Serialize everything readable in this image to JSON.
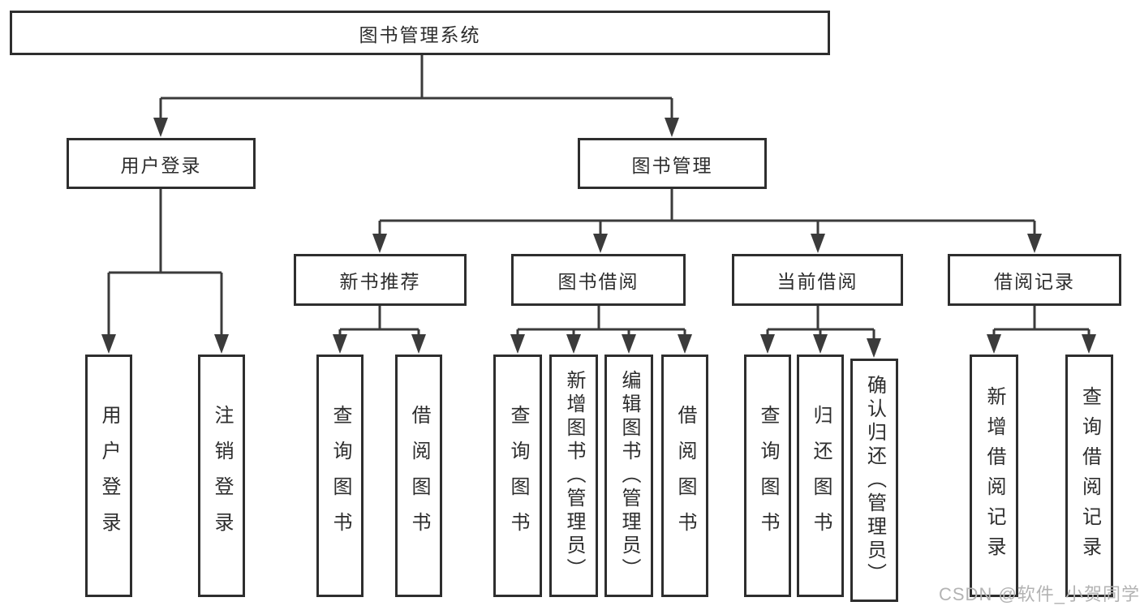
{
  "nodes": {
    "root": {
      "label": "图书管理系统"
    },
    "user_login": {
      "label": "用户登录"
    },
    "book_mgmt": {
      "label": "图书管理"
    },
    "new_book_rec": {
      "label": "新书推荐"
    },
    "book_borrow": {
      "label": "图书借阅"
    },
    "current_borrow": {
      "label": "当前借阅"
    },
    "borrow_records": {
      "label": "借阅记录"
    },
    "leaf_user_login": {
      "label": "用户登录"
    },
    "leaf_logout": {
      "label": "注销登录"
    },
    "leaf_nb_query": {
      "label": "查询图书"
    },
    "leaf_nb_borrow": {
      "label": "借阅图书"
    },
    "leaf_bb_query": {
      "label": "查询图书"
    },
    "leaf_bb_add": {
      "label": "新增图书（管理员）"
    },
    "leaf_bb_edit": {
      "label": "编辑图书（管理员）"
    },
    "leaf_bb_borrow": {
      "label": "借阅图书"
    },
    "leaf_cb_query": {
      "label": "查询图书"
    },
    "leaf_cb_return": {
      "label": "归还图书"
    },
    "leaf_cb_confirm": {
      "label": "确认归还（管理员）"
    },
    "leaf_br_add": {
      "label": "新增借阅记录"
    },
    "leaf_br_query": {
      "label": "查询借阅记录"
    }
  },
  "watermark": {
    "text": "CSDN @软件_小贺同学"
  },
  "colors": {
    "line": "#3b3b3b",
    "border": "#2e2e2e",
    "box_fill": "#ffffff",
    "text": "#2d2d2d",
    "watermark": "#b3b3b3",
    "background": "#ffffff"
  }
}
